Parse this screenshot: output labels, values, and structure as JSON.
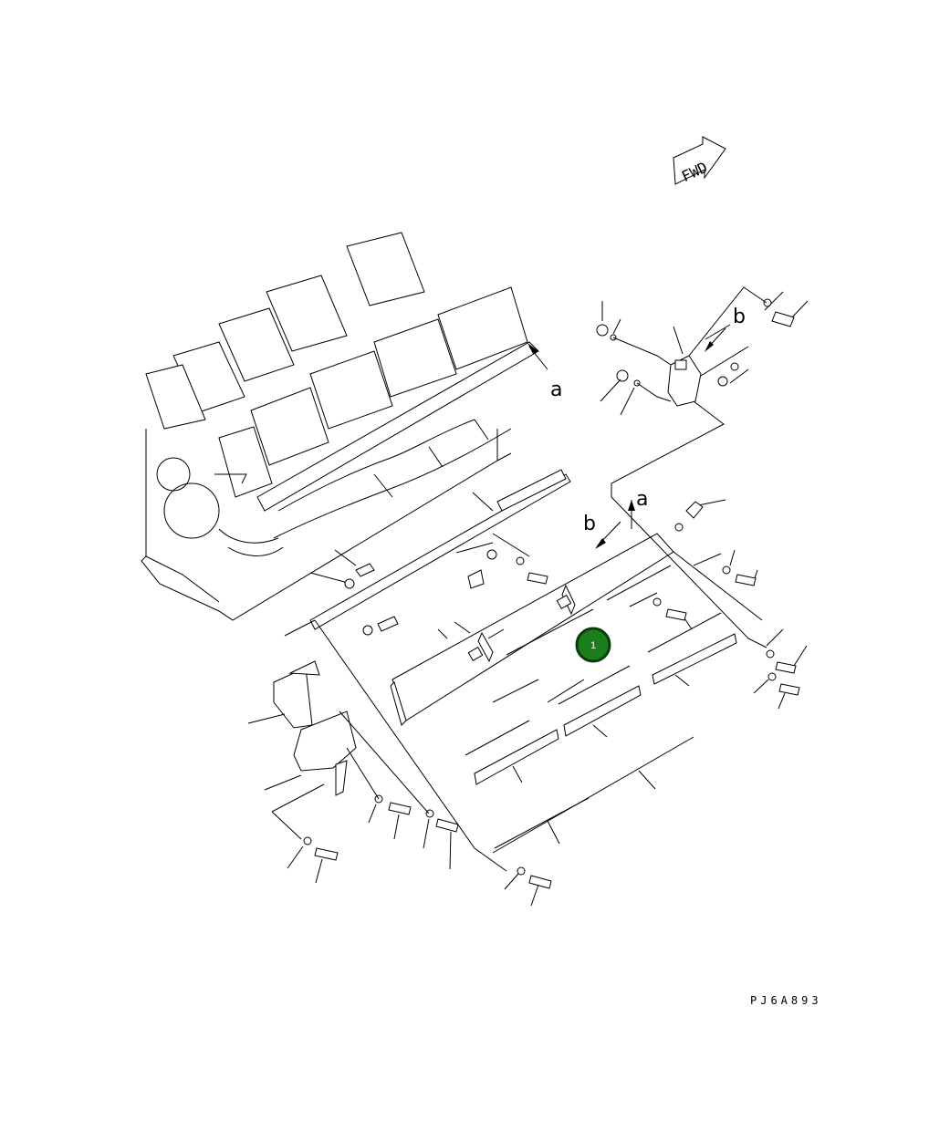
{
  "diagram": {
    "drawing_code": "PJ6A893",
    "fwd_label": "FWD",
    "callout_a_upper": "a",
    "callout_b_upper": "b",
    "callout_a_lower": "a",
    "callout_b_lower": "b",
    "highlight_marker": {
      "label": "1",
      "color": "#1a7f1a",
      "ring_color": "#0a3d0a"
    }
  }
}
